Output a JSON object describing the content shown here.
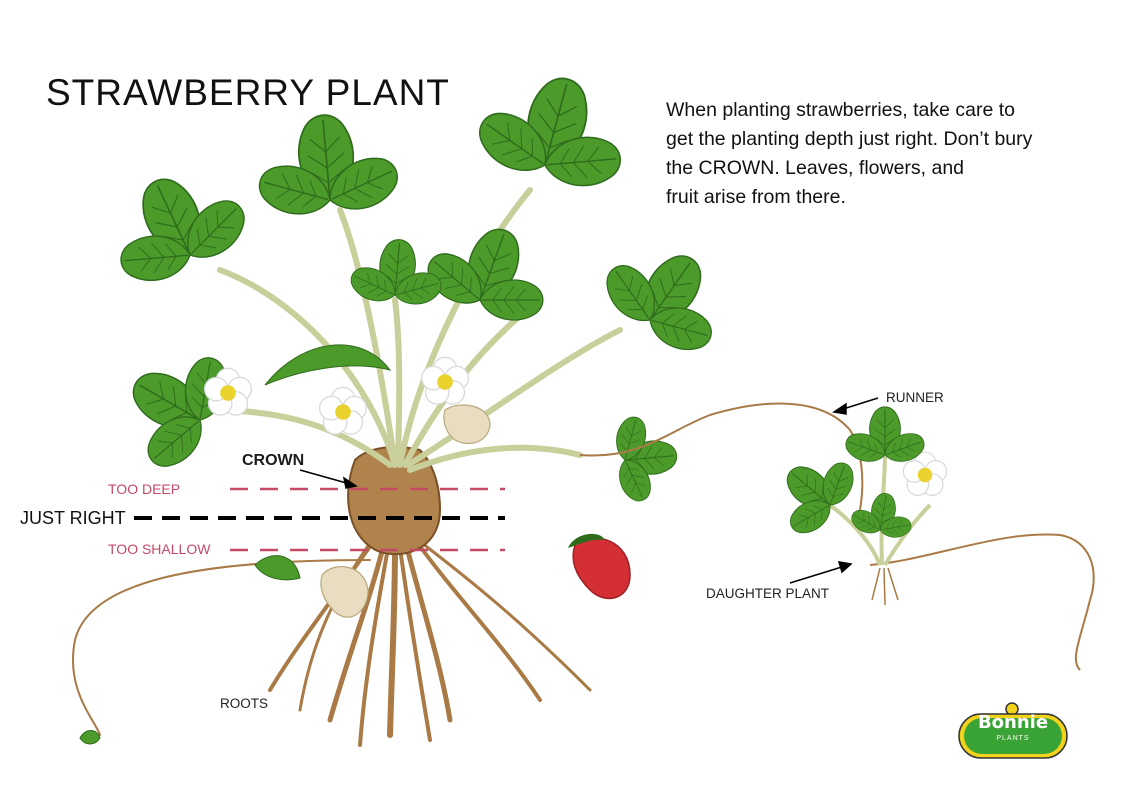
{
  "title": "STRAWBERRY  PLANT",
  "intro_lines": [
    "When planting strawberries, take care to",
    "get the planting depth just right. Don’t bury",
    "the CROWN. Leaves, flowers, and",
    "fruit arise from there."
  ],
  "labels": {
    "crown": "CROWN",
    "too_deep": "TOO DEEP",
    "just_right": "JUST RIGHT",
    "too_shallow": "TOO SHALLOW",
    "runner": "RUNNER",
    "daughter_plant": "DAUGHTER PLANT",
    "roots": "ROOTS"
  },
  "logo": {
    "name": "Bonnie",
    "sub": "PLANTS"
  },
  "colors": {
    "leaf": "#4c9a2a",
    "leaf_dark": "#2f6b1c",
    "stem": "#c9cf9a",
    "root": "#a97a45",
    "too_deep_line": "#c44a66",
    "just_right_line": "#000000",
    "too_shallow_line": "#c44a66",
    "strawberry_red": "#d42f35",
    "unripe_berry": "#e8ddc0",
    "logo_green": "#3aa335",
    "logo_yellow": "#f2d21b"
  }
}
